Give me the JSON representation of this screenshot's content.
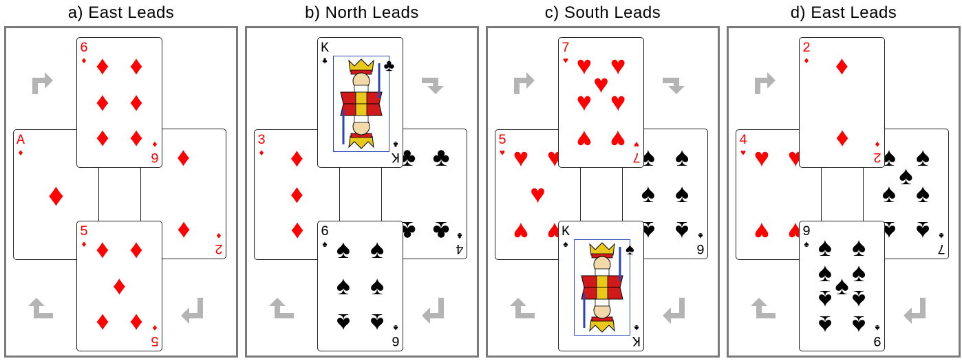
{
  "colors": {
    "red": "#ff0000",
    "black": "#000000",
    "arrow": "#b4b4b4",
    "frame": "#7a7a7a"
  },
  "panels": [
    {
      "title": "a) East Leads",
      "cards": {
        "north": {
          "rank": "6",
          "suit": "diamonds"
        },
        "west": {
          "rank": "A",
          "suit": "diamonds"
        },
        "east": {
          "rank": "2",
          "suit": "diamonds"
        },
        "south": {
          "rank": "5",
          "suit": "diamonds"
        }
      },
      "arrows": [
        "top-left",
        "bottom-left",
        "bottom-right"
      ]
    },
    {
      "title": "b) North Leads",
      "cards": {
        "north": {
          "rank": "K",
          "suit": "clubs"
        },
        "west": {
          "rank": "3",
          "suit": "diamonds"
        },
        "east": {
          "rank": "4",
          "suit": "clubs"
        },
        "south": {
          "rank": "6",
          "suit": "spades"
        }
      },
      "arrows": [
        "top-right",
        "bottom-left",
        "bottom-right"
      ]
    },
    {
      "title": "c) South Leads",
      "cards": {
        "north": {
          "rank": "7",
          "suit": "hearts"
        },
        "west": {
          "rank": "5",
          "suit": "hearts"
        },
        "east": {
          "rank": "6",
          "suit": "spades"
        },
        "south": {
          "rank": "K",
          "suit": "spades"
        }
      },
      "arrows": [
        "top-left",
        "top-right",
        "bottom-left",
        "bottom-right"
      ]
    },
    {
      "title": "d) East Leads",
      "cards": {
        "north": {
          "rank": "2",
          "suit": "diamonds"
        },
        "west": {
          "rank": "4",
          "suit": "hearts"
        },
        "east": {
          "rank": "7",
          "suit": "spades"
        },
        "south": {
          "rank": "9",
          "suit": "spades"
        }
      },
      "arrows": [
        "top-left",
        "bottom-left",
        "bottom-right"
      ]
    }
  ]
}
